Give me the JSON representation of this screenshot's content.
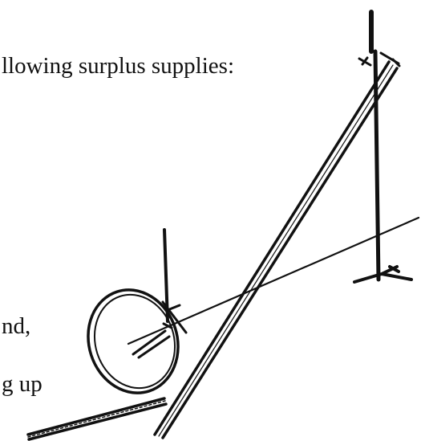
{
  "text_fragments": [
    "llowing surplus supplies:",
    "nd,",
    "g up"
  ],
  "colors": {
    "ink": "#111111",
    "background": "#ffffff"
  }
}
